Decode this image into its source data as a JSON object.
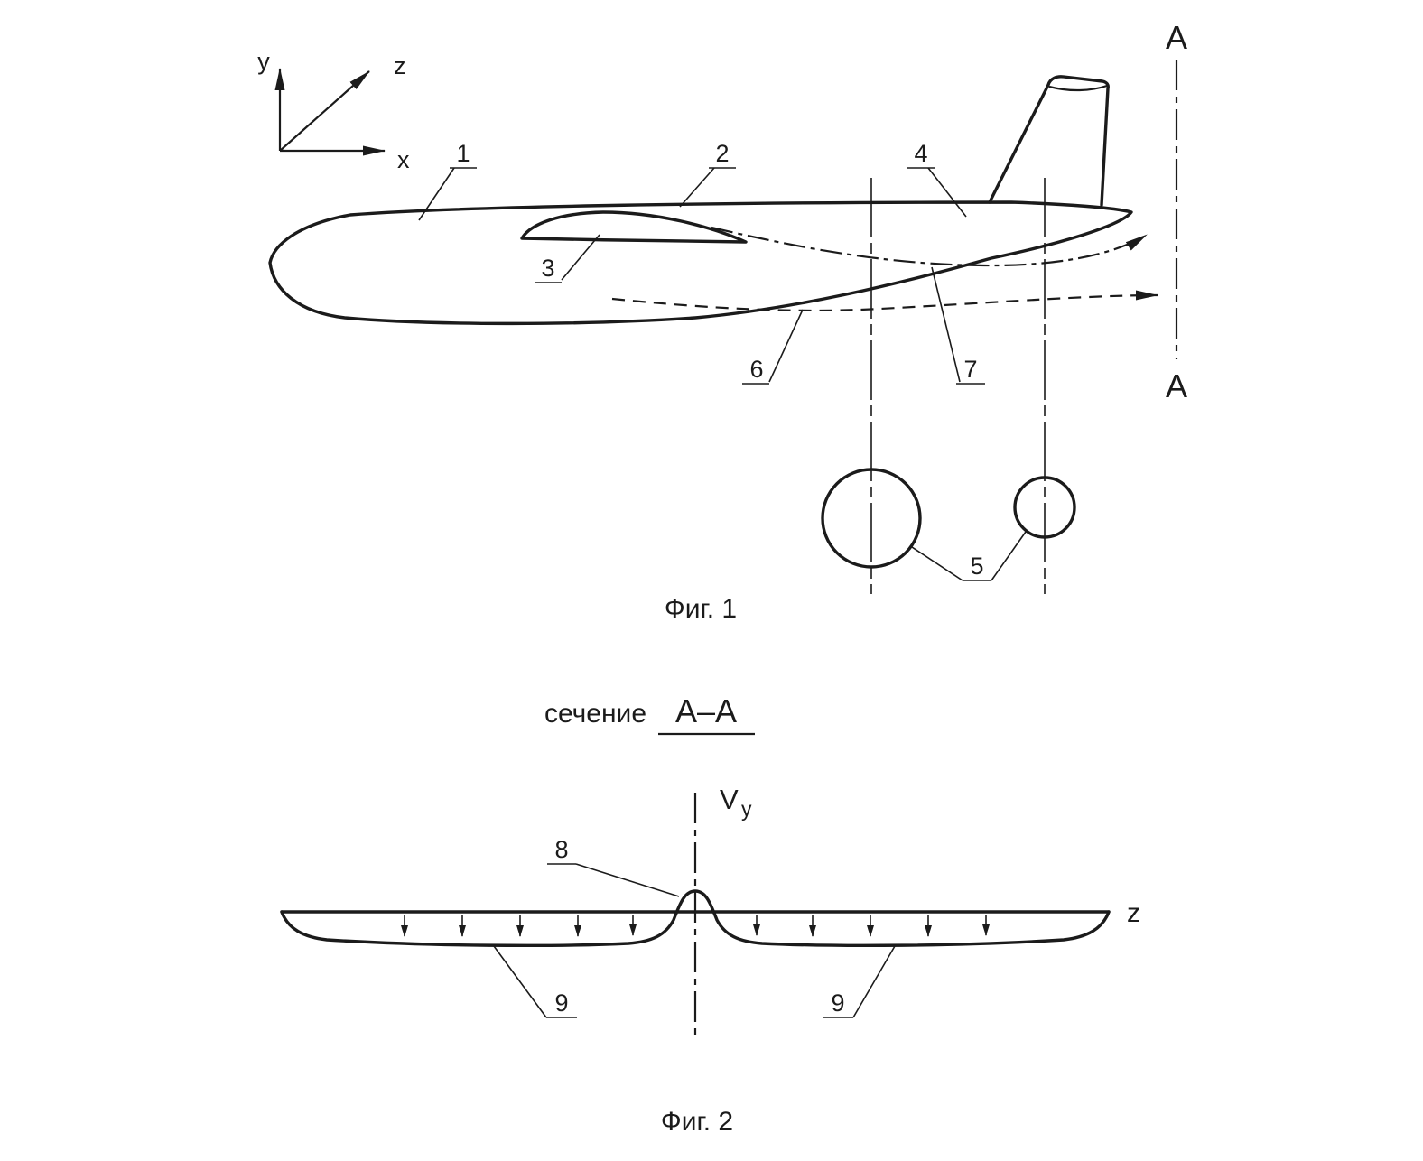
{
  "colors": {
    "ink": "#1b1b1b",
    "background": "#ffffff"
  },
  "fig1": {
    "axes": {
      "y_label": "y",
      "z_label": "z",
      "x_label": "x"
    },
    "callouts": {
      "c1": "1",
      "c2": "2",
      "c3": "3",
      "c4": "4",
      "c5": "5",
      "c6": "6",
      "c7": "7"
    },
    "section_marker_top": "А",
    "section_marker_bottom": "А",
    "caption": "Фиг. 1"
  },
  "fig2": {
    "section_title": "сечение",
    "section_name": "А–А",
    "vy_label": "V",
    "vy_subscript": "y",
    "z_axis_label": "z",
    "callouts": {
      "c8": "8",
      "c9_left": "9",
      "c9_right": "9"
    },
    "caption": "Фиг. 2"
  }
}
